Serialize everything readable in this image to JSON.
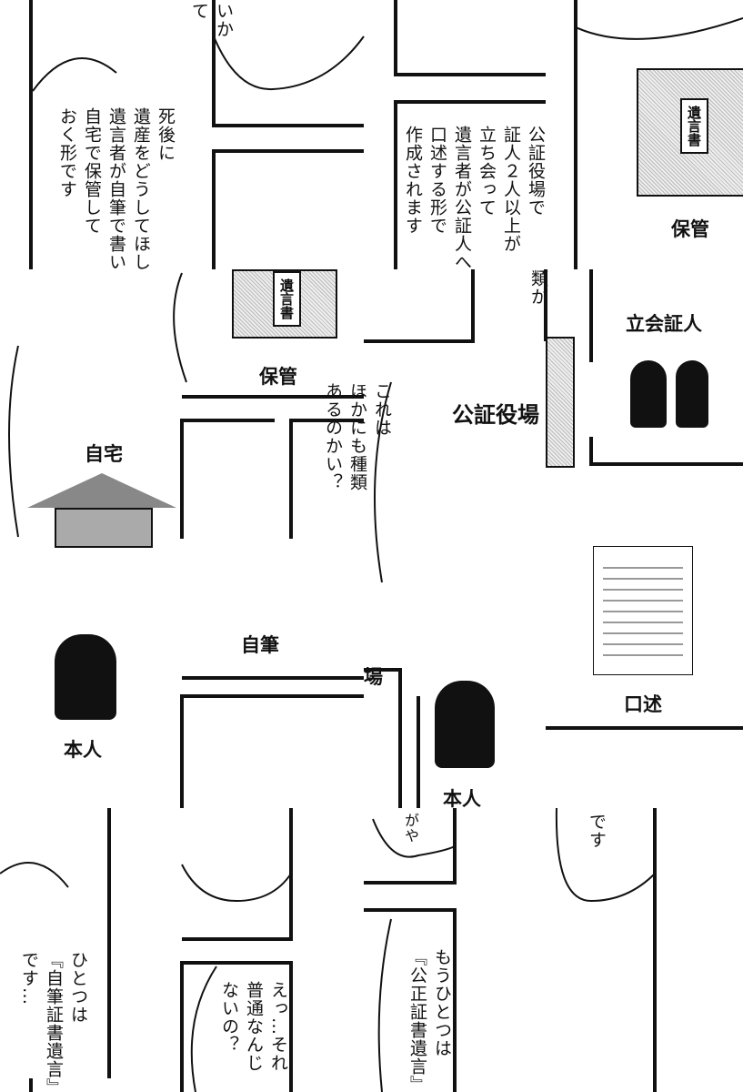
{
  "panels": {
    "t00": {
      "text": "死後に\n遺産をどうしてほし\n遺言者が自筆で書い\n自宅で保管して\nおく形です"
    },
    "t10": {
      "text": "いか\nて"
    },
    "t20": {
      "text": "公証役場で\n証人２人以上が\n立ち会って\n遺言者が公証人へ\n口述する形で\n作成されます"
    },
    "t30": {
      "doc_label": "遺言書",
      "caption": "保管"
    },
    "t01": {
      "caption": "自宅"
    },
    "t11": {
      "doc_label": "遺言書",
      "caption": "保管",
      "question": "これは\nほかにも種類\nあるのかい？"
    },
    "t21": {
      "caption": "公証役場",
      "fragment": "類が"
    },
    "t31": {
      "caption": "立会証人"
    },
    "t02": {
      "caption": "本人"
    },
    "t12": {
      "caption": "自筆"
    },
    "t22": {
      "caption": "本人",
      "fragment": "場"
    },
    "t32": {
      "caption": "口述"
    },
    "t03": {
      "text": "ひとつは\n『自筆証書遺言』\nです…"
    },
    "t13": {
      "text": "えっ…それ\n普通なんじ\nないの？"
    },
    "t23": {
      "text": "もうひとつは\n『公正証書遺言』",
      "fragment": "がや"
    },
    "t33": {
      "text": "です"
    }
  }
}
